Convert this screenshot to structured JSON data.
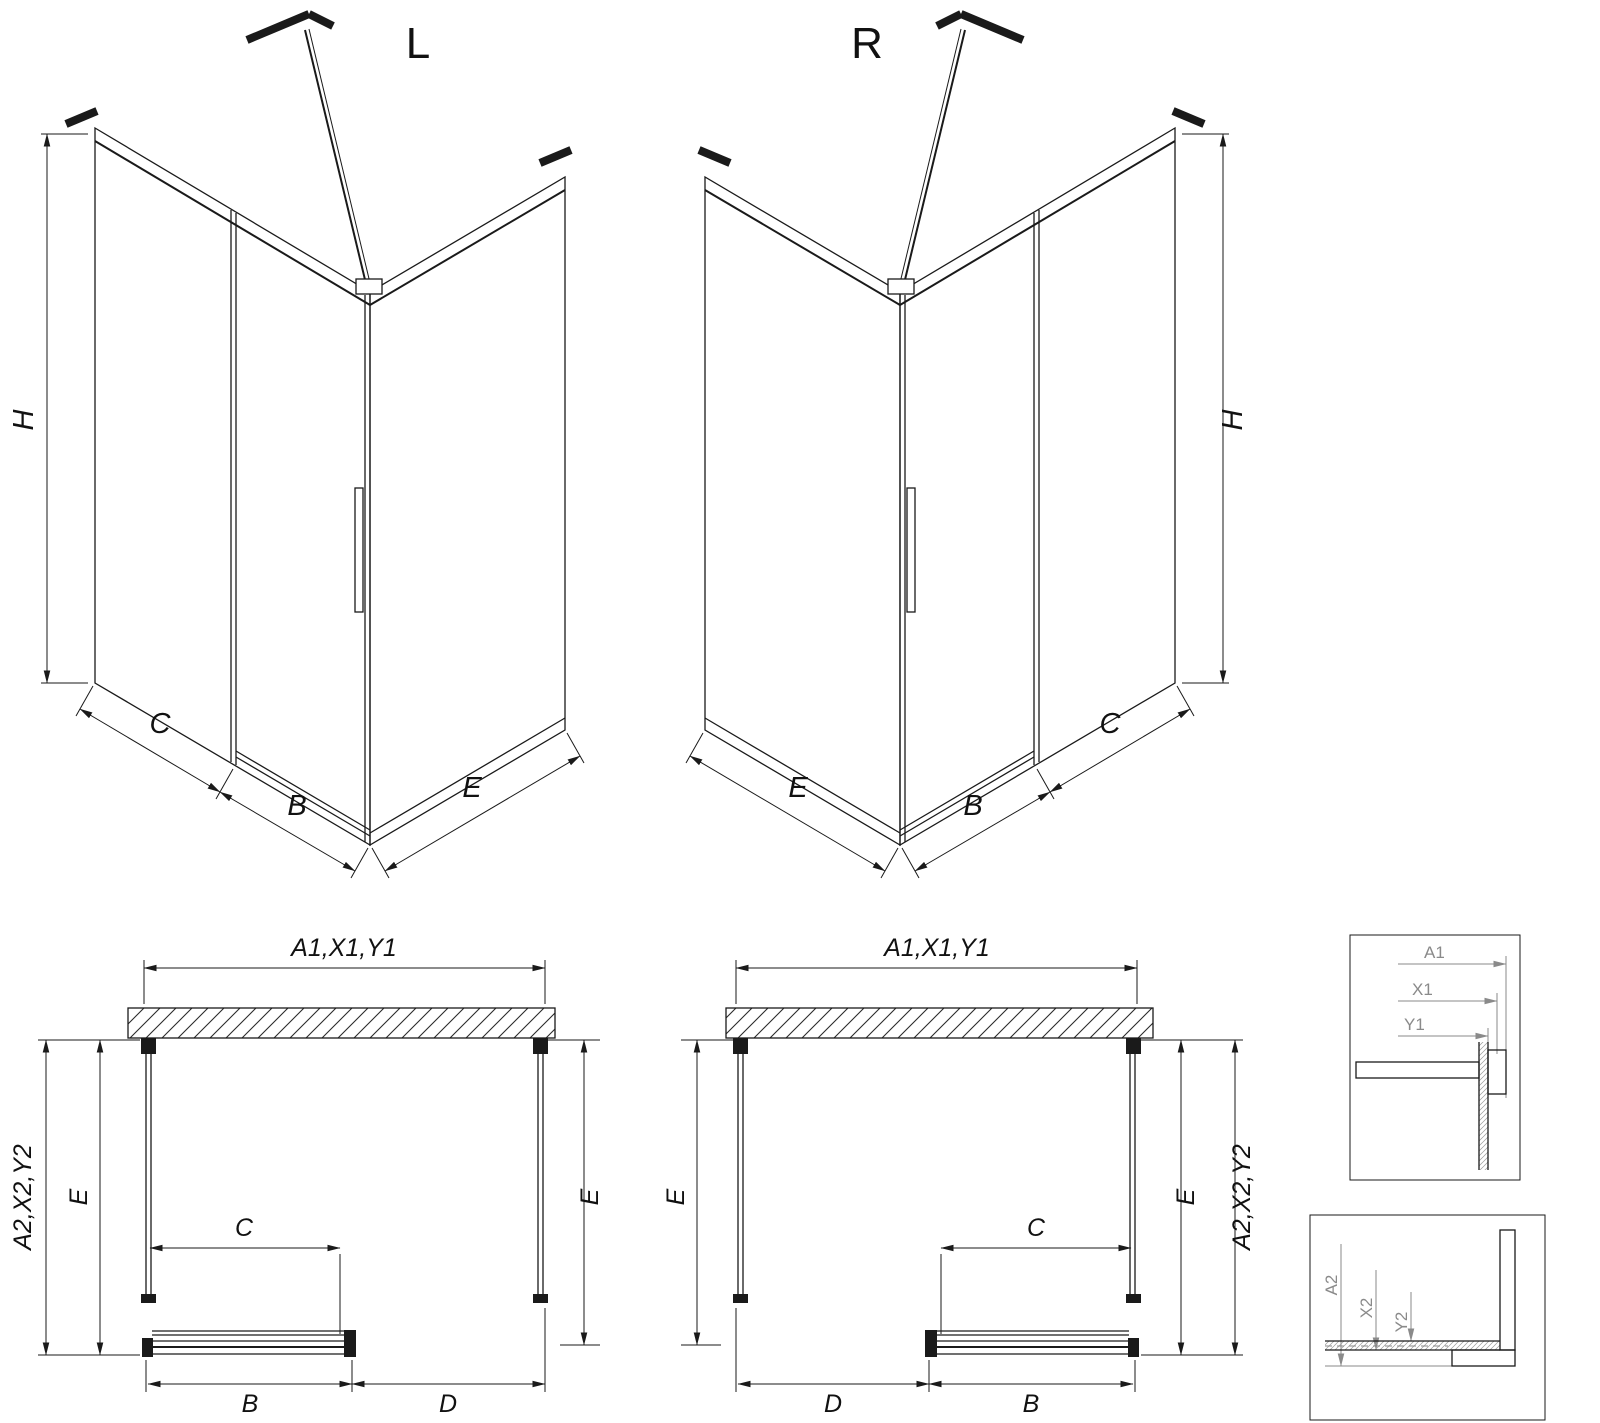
{
  "drawing": {
    "iso_left": {
      "title": "L",
      "dim_h": "H",
      "dim_c": "C",
      "dim_b": "B",
      "dim_e": "E"
    },
    "iso_right": {
      "title": "R",
      "dim_h": "H",
      "dim_c": "C",
      "dim_b": "B",
      "dim_e": "E"
    },
    "plan_left": {
      "dim_width": "A1,X1,Y1",
      "dim_depth": "A2,X2,Y2",
      "dim_e_left": "E",
      "dim_e_right": "E",
      "dim_c": "C",
      "dim_b": "B",
      "dim_d": "D"
    },
    "plan_right": {
      "dim_width": "A1,X1,Y1",
      "dim_depth": "A2,X2,Y2",
      "dim_e_left": "E",
      "dim_e_right": "E",
      "dim_c": "C",
      "dim_b": "B",
      "dim_d": "D"
    },
    "detail_width": {
      "dim_a1": "A1",
      "dim_x1": "X1",
      "dim_y1": "Y1"
    },
    "detail_depth": {
      "dim_a2": "A2",
      "dim_x2": "X2",
      "dim_y2": "Y2"
    },
    "colors": {
      "line": "#1a1a1a",
      "detail_dim": "#8a8a8a",
      "background": "#ffffff"
    }
  }
}
